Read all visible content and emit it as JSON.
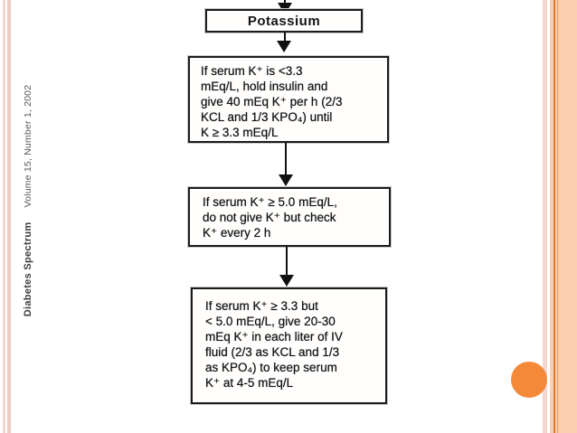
{
  "journal": {
    "title": "Diabetes Spectrum",
    "issue": "Volume 15, Number 1, 2002"
  },
  "flowchart": {
    "title": "Potassium",
    "boxes": [
      {
        "id": "low-potassium",
        "text": "If serum K⁺ is <3.3\nmEq/L, hold insulin and\ngive 40 mEq K⁺ per h (2/3\nKCL and 1/3 KPO₄) until\nK ≥ 3.3 mEq/L"
      },
      {
        "id": "high-potassium",
        "text": "If serum K⁺ ≥ 5.0 mEq/L,\ndo not give K⁺ but check\nK⁺ every 2 h"
      },
      {
        "id": "normal-potassium",
        "text": "If serum K⁺ ≥ 3.3 but\n< 5.0 mEq/L, give 20-30\nmEq K⁺ in each liter of IV\nfluid (2/3 as KCL and 1/3\nas KPO₄) to keep serum\nK⁺ at 4-5 mEq/L"
      }
    ]
  },
  "colors": {
    "accent_orange": "#f5893a",
    "band_peach": "#fccfb1",
    "band_dark_line": "#dd7c38",
    "stripe_pink": "#f3d7cf",
    "box_border": "#1c1c1c"
  }
}
